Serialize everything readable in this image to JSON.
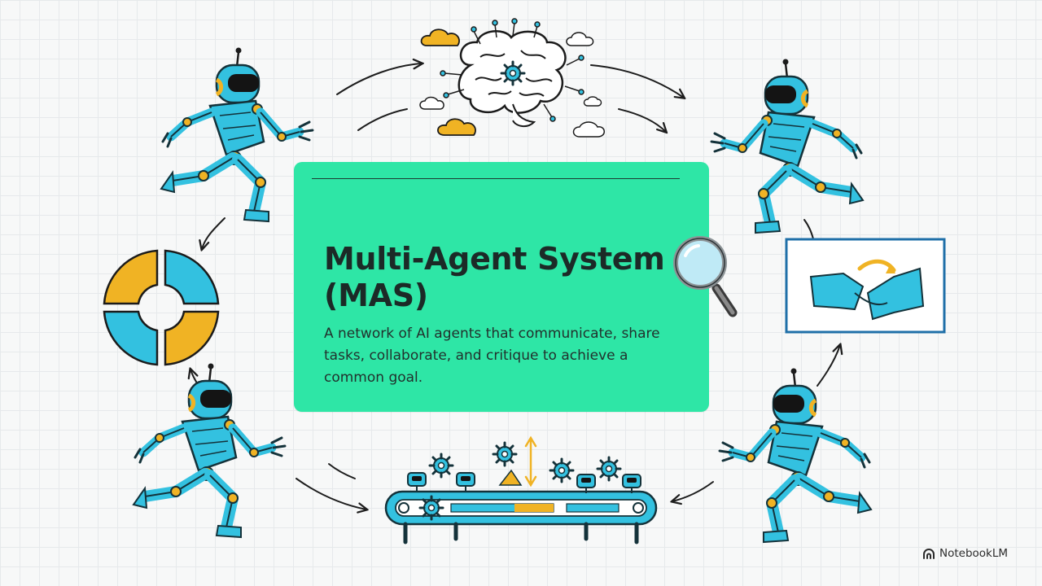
{
  "slide": {
    "title": "Multi-Agent System (MAS)",
    "description": "A network of AI agents that communicate, share tasks, collaborate, and critique to achieve a common goal."
  },
  "branding": {
    "label": "NotebookLM",
    "icon": "notebooklm-logo-icon"
  },
  "illustrations": {
    "icons": [
      "brain-icon",
      "robot-icon",
      "handshake-icon",
      "conveyor-belt-icon",
      "ring-chart-icon",
      "magnifier-icon",
      "cycle-arrow-icon"
    ]
  },
  "colors": {
    "card": "#2ee6a6",
    "accent_blue": "#33c1e0",
    "accent_yellow": "#f0b324",
    "ink": "#1c2a27"
  }
}
